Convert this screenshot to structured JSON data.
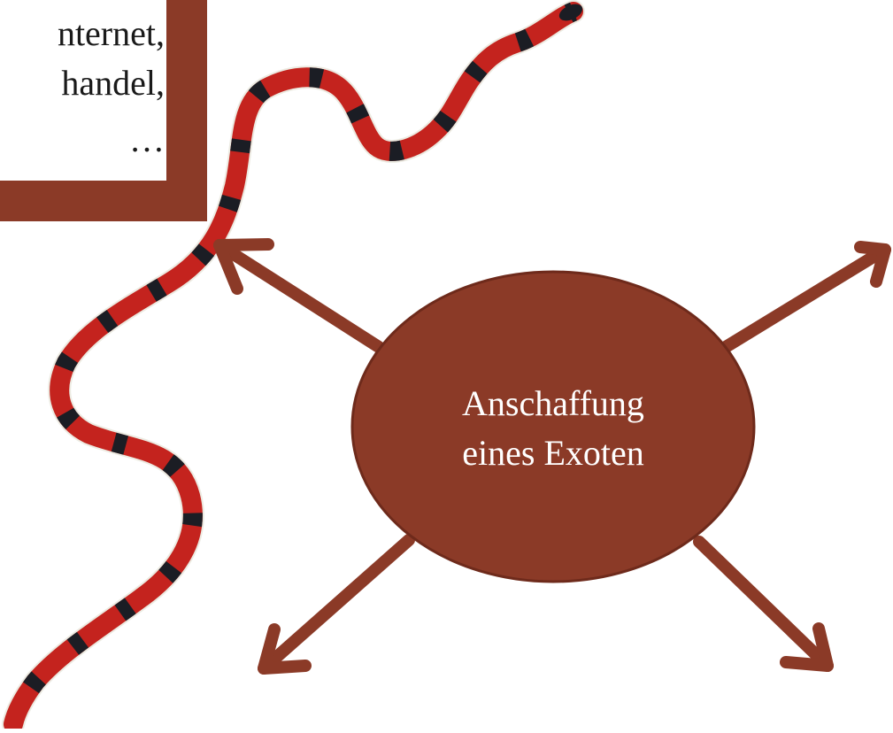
{
  "colors": {
    "accent": "#8b3a27",
    "accent_dark": "#6e2a1b",
    "snake_red": "#c4231e",
    "snake_black": "#1b1d24",
    "snake_white": "#ecebe2",
    "text_dark": "#1a1a1a",
    "text_light": "#ffffff"
  },
  "text_box": {
    "lines": [
      "nternet,",
      "handel,",
      "…"
    ]
  },
  "center_node": {
    "lines": [
      "Anschaffung",
      "eines Exoten"
    ]
  },
  "icons": {
    "snake": "coral-snake-image",
    "arrows": [
      "arrow-up-left",
      "arrow-up-right",
      "arrow-down-left",
      "arrow-down-right"
    ]
  }
}
